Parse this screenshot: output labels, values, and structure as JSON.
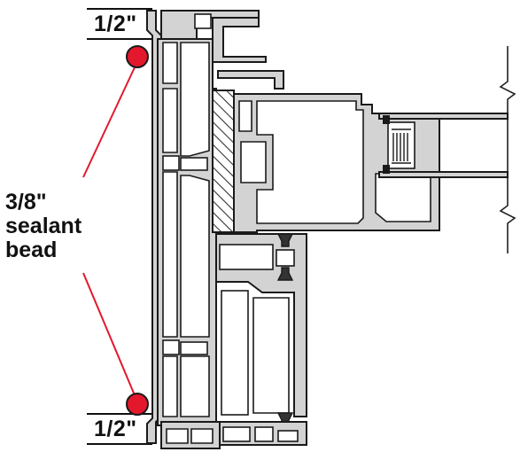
{
  "dimensions": {
    "top": "1/2\"",
    "bottom": "1/2\""
  },
  "callout": {
    "line1": "3/8\"",
    "line2": "sealant",
    "line3": "bead"
  },
  "colors": {
    "sealant": "#e3182d",
    "profile_fill": "#d3d3d3",
    "profile_stroke": "#1a1a1a",
    "hatch": "#333333"
  }
}
